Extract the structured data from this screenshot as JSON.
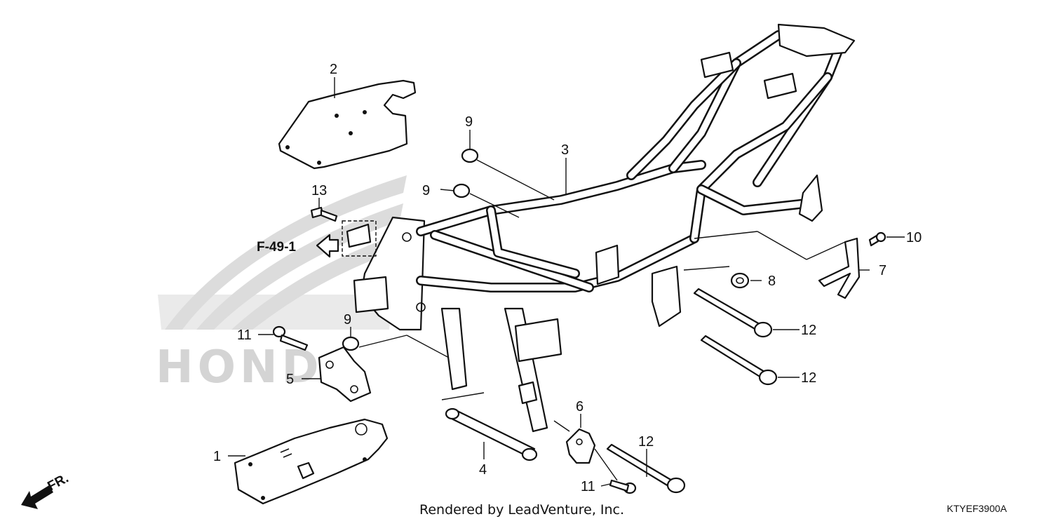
{
  "diagram": {
    "callouts": [
      {
        "id": "c1",
        "label": "1"
      },
      {
        "id": "c2",
        "label": "2"
      },
      {
        "id": "c3",
        "label": "3"
      },
      {
        "id": "c4",
        "label": "4"
      },
      {
        "id": "c5",
        "label": "5"
      },
      {
        "id": "c6",
        "label": "6"
      },
      {
        "id": "c7",
        "label": "7"
      },
      {
        "id": "c8",
        "label": "8"
      },
      {
        "id": "c9a",
        "label": "9"
      },
      {
        "id": "c9b",
        "label": "9"
      },
      {
        "id": "c9c",
        "label": "9"
      },
      {
        "id": "c10",
        "label": "10"
      },
      {
        "id": "c11a",
        "label": "11"
      },
      {
        "id": "c11b",
        "label": "11"
      },
      {
        "id": "c12a",
        "label": "12"
      },
      {
        "id": "c12b",
        "label": "12"
      },
      {
        "id": "c12c",
        "label": "12"
      },
      {
        "id": "c13",
        "label": "13"
      }
    ],
    "reference": "F-49-1",
    "front_marker": "FR.",
    "watermark": "HONDA",
    "footer": "Rendered by LeadVenture, Inc.",
    "diagram_code": "KTYEF3900A"
  }
}
